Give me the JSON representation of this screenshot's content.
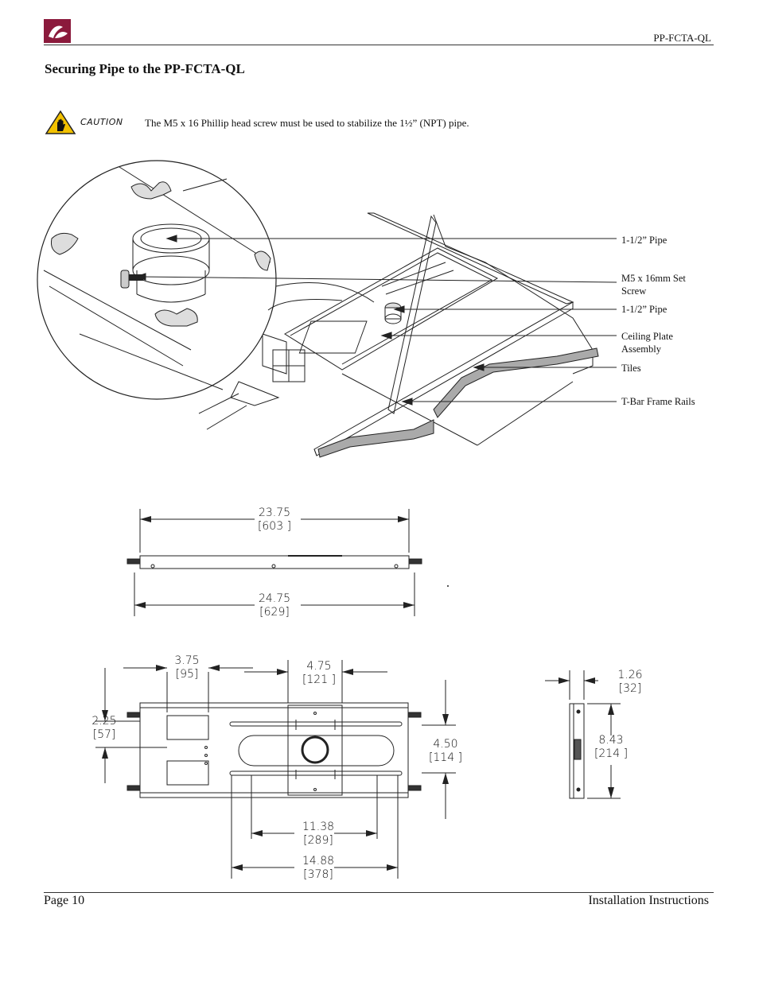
{
  "header": {
    "model": "PP-FCTA-QL"
  },
  "section": {
    "title": "Securing Pipe to the PP-FCTA-QL"
  },
  "caution": {
    "label": "CAUTION",
    "text": "The M5 x 16 Phillip head screw must be used to stabilize the 1½” (NPT) pipe."
  },
  "callouts": {
    "pipe_top": "1-1/2” Pipe",
    "set_screw": "M5 x 16mm Set Screw",
    "pipe_bottom": "1-1/2” Pipe",
    "ceiling_plate": "Ceiling Plate Assembly",
    "tiles": "Tiles",
    "tbar": "T-Bar Frame Rails"
  },
  "dimensions": {
    "rail_inner": {
      "value": "23.75",
      "mm": "[603 ]"
    },
    "rail_outer": {
      "value": "24.75",
      "mm": "[629]"
    },
    "left_offset": {
      "value": "3.75",
      "mm": "[95]"
    },
    "plate_width": {
      "value": "4.75",
      "mm": "[121 ]"
    },
    "left_height": {
      "value": "2.25",
      "mm": "[57]"
    },
    "right_height": {
      "value": "4.50",
      "mm": "[114 ]"
    },
    "slot_inner": {
      "value": "11.38",
      "mm": "[289]"
    },
    "slot_outer": {
      "value": "14.88",
      "mm": "[378]"
    },
    "side_depth": {
      "value": "1.26",
      "mm": "[32]"
    },
    "side_height": {
      "value": "8.43",
      "mm": "[214 ]"
    }
  },
  "footer": {
    "page": "Page 10",
    "doc": "Installation Instructions"
  },
  "colors": {
    "logo": "#8b1a3c",
    "warning": "#f2c100"
  }
}
